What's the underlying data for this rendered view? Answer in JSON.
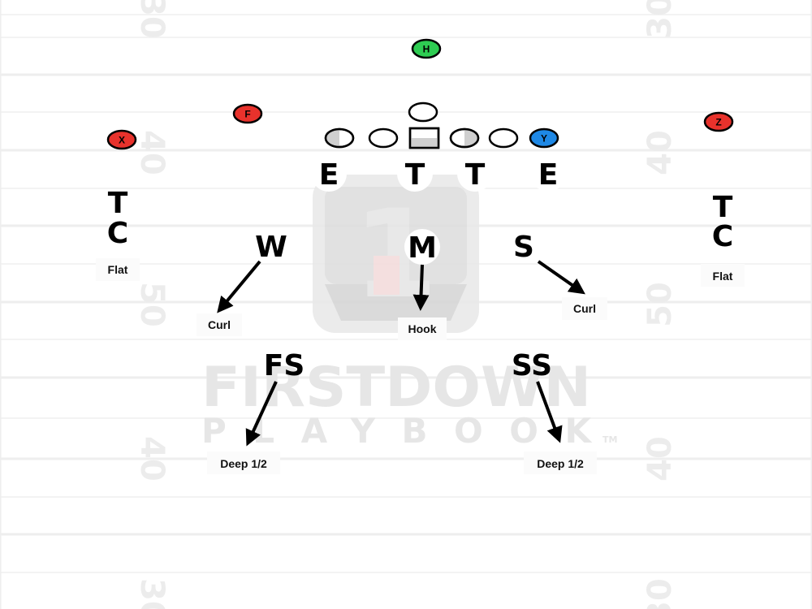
{
  "colors": {
    "receiver_red": "#e8322c",
    "back_green": "#2ecc52",
    "tight_end_blue": "#1e88e5",
    "line_shade": "#cfcfcf",
    "arrow": "#000000",
    "yard_line": "#eeeeee",
    "watermark": "#e6e6e6"
  },
  "field": {
    "yard_numbers": [
      "30",
      "40",
      "50",
      "40",
      "30"
    ]
  },
  "offense": {
    "receivers": [
      {
        "id": "x",
        "label": "X",
        "color": "#e8322c"
      },
      {
        "id": "f",
        "label": "F",
        "color": "#e8322c"
      },
      {
        "id": "h",
        "label": "H",
        "color": "#2ecc52"
      },
      {
        "id": "y",
        "label": "Y",
        "color": "#1e88e5"
      },
      {
        "id": "z",
        "label": "Z",
        "color": "#e8322c"
      }
    ]
  },
  "defense": {
    "line": [
      "E",
      "T",
      "T",
      "E"
    ],
    "corners": [
      {
        "id": "left",
        "top": "T",
        "bottom": "C",
        "zone": "Flat"
      },
      {
        "id": "right",
        "top": "T",
        "bottom": "C",
        "zone": "Flat"
      }
    ],
    "linebackers": [
      {
        "id": "w",
        "label": "W",
        "zone": "Curl"
      },
      {
        "id": "m",
        "label": "M",
        "zone": "Hook"
      },
      {
        "id": "s",
        "label": "S",
        "zone": "Curl"
      }
    ],
    "safeties": [
      {
        "id": "fs",
        "label": "FS",
        "zone": "Deep 1/2"
      },
      {
        "id": "ss",
        "label": "SS",
        "zone": "Deep 1/2"
      }
    ]
  },
  "watermark": {
    "line1": "FIRSTDOWN",
    "line2": "PLAYBOOK",
    "trademark": "TM",
    "logo_mark": "1"
  }
}
